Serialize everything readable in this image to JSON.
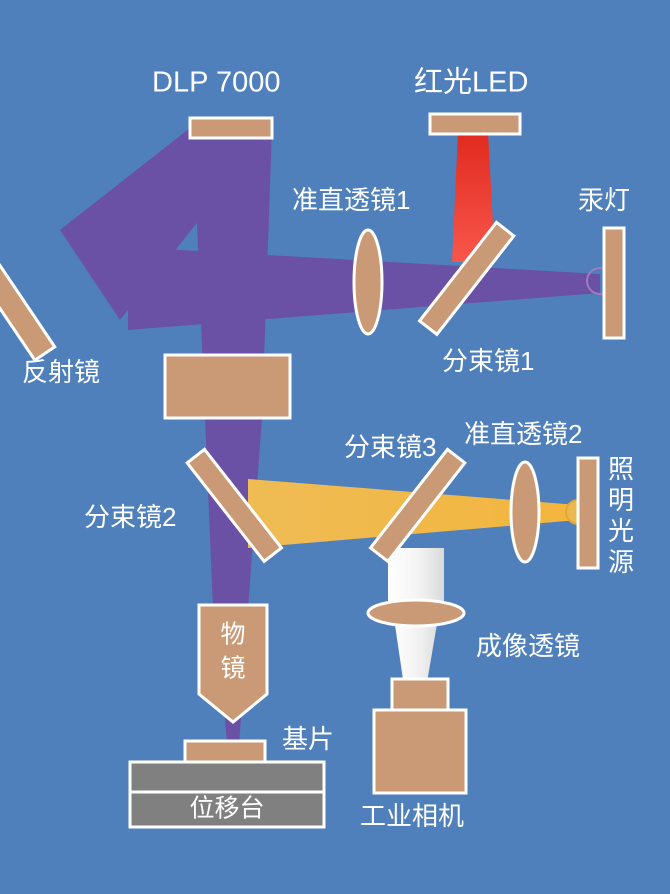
{
  "diagram": {
    "title": "Optical system schematic (maskless lithography / DLP projection microscope)",
    "background_color": "#4F80BC",
    "component_color": "#C99A75",
    "outline_color": "#FFFFFF",
    "stage_color": "#808080"
  },
  "beams": {
    "uv_purple": {
      "name": "mercury-lamp-uv-beam",
      "color": "#6A51A5"
    },
    "red_led": {
      "name": "red-led-beam",
      "color": "#F03B32"
    },
    "illumination_yellow": {
      "name": "illumination-beam",
      "color": "#EDB84D"
    },
    "imaging_white": {
      "name": "imaging-beam",
      "color": "#F2F2F2"
    }
  },
  "labels": {
    "dlp": "DLP 7000",
    "red_led": "红光LED",
    "collimating_lens_1": "准直透镜1",
    "mercury_lamp": "汞灯",
    "mirror": "反射镜",
    "beam_splitter_1": "分束镜1",
    "beam_splitter_2": "分束镜2",
    "beam_splitter_3": "分束镜3",
    "collimating_lens_2": "准直透镜2",
    "illumination_source_chars": [
      "照",
      "明",
      "光",
      "源"
    ],
    "illumination_source": "照明光源",
    "imaging_lens": "成像透镜",
    "objective_chars": [
      "物",
      "镜"
    ],
    "objective": "物镜",
    "substrate": "基片",
    "translation_stage": "位移台",
    "industrial_camera": "工业相机"
  }
}
